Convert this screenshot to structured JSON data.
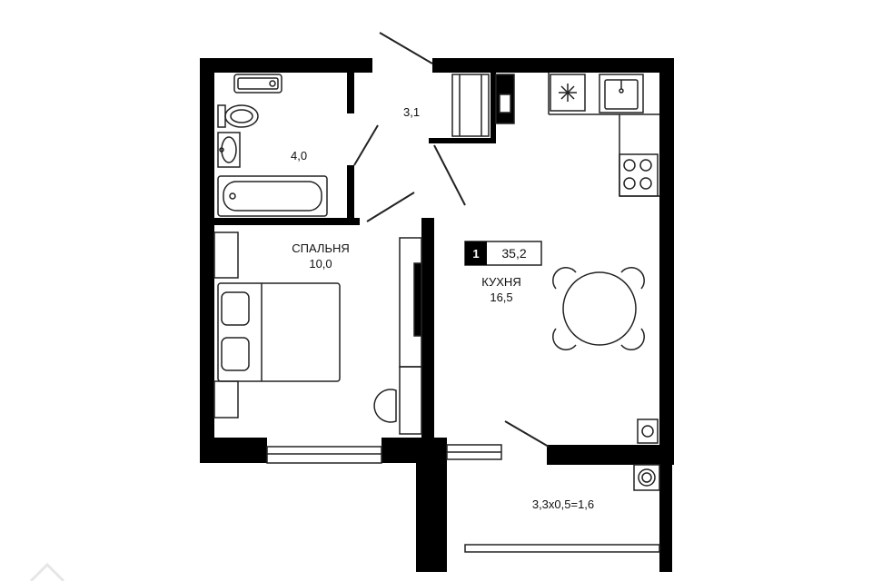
{
  "rooms": {
    "bathroom_area": "4,0",
    "hall_area": "3,1",
    "bedroom_name": "СПАЛЬНЯ",
    "bedroom_area": "10,0",
    "kitchen_name": "КУХНЯ",
    "kitchen_area": "16,5",
    "balcony_area": "3,3x0,5=1,6"
  },
  "apartment": {
    "rooms_count": "1",
    "total_area": "35,2"
  },
  "colors": {
    "wall": "#000000",
    "line": "#222222",
    "background": "#ffffff"
  }
}
